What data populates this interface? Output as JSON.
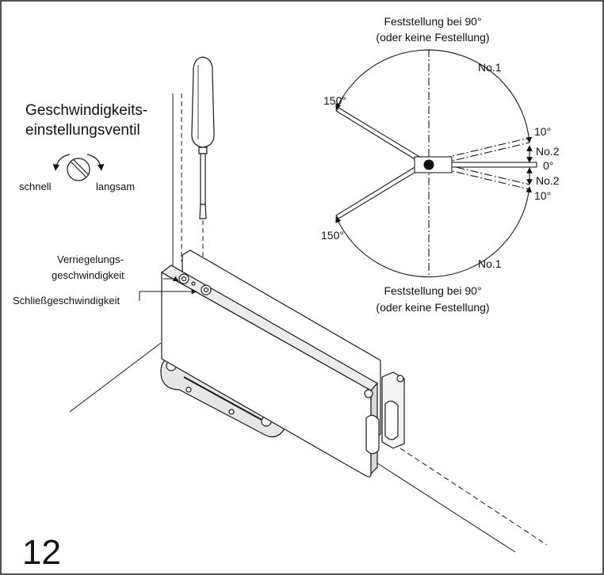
{
  "figure": {
    "page_number": "12",
    "valve_heading_line1": "Geschwindigkeits-",
    "valve_heading_line2": "einstellungsventil",
    "rotation": {
      "left": "schnell",
      "right": "langsam"
    },
    "callouts": {
      "lock_speed_line1": "Verriegelungs-",
      "lock_speed_line2": "geschwindigkeit",
      "closing_speed": "Schließgeschwindigkeit"
    },
    "angle_diagram": {
      "hold_top_line1": "Feststellung bei 90°",
      "hold_top_line2": "(oder keine Festellung)",
      "hold_bottom_line1": "Feststellung bei 90°",
      "hold_bottom_line2": "(oder keine Festellung)",
      "zone_top": "No.1",
      "zone_bottom": "No.1",
      "zone_mid_top": "No.2",
      "zone_mid_bottom": "No.2",
      "angle_150_top": "150°",
      "angle_150_bottom": "150°",
      "angle_10_top": "10°",
      "angle_0": "0°",
      "angle_10_bottom": "10°"
    }
  },
  "colors": {
    "line": "#1a1a1a",
    "fill_body": "#ffffff",
    "shade": "#d9d9d9"
  },
  "icons": [
    "screwdriver-icon",
    "valve-slot-icon",
    "rotate-left-arrow-icon",
    "rotate-right-arrow-icon"
  ]
}
